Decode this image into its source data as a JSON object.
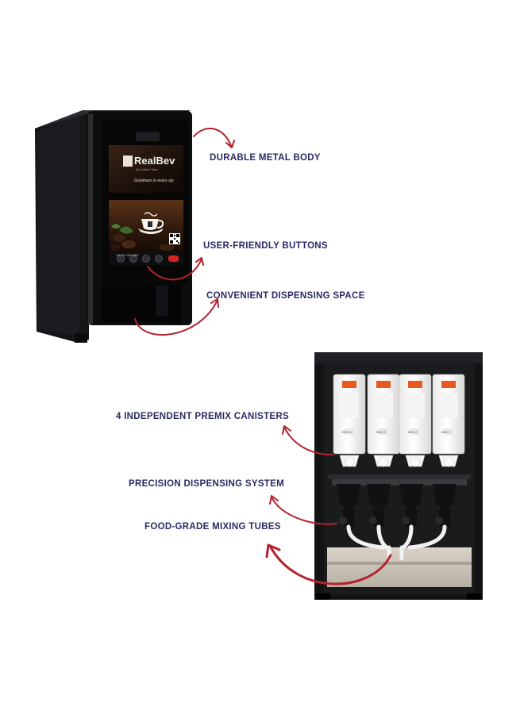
{
  "colors": {
    "label_text": "#2b2a66",
    "arrow": "#b3232e",
    "machine_body": "#111214",
    "panel_orange": "#e8591e"
  },
  "top_machine": {
    "logo_text": "RealBev",
    "logo_subtitle": "It's Coffee Time",
    "screen_tagline": "Goodness in every sip",
    "phone_text": "+91 XX XXX 0000",
    "icons": [
      "coffee-cup-icon",
      "qr-code-icon"
    ]
  },
  "callouts_top": [
    {
      "id": "durable-metal-body",
      "text": "DURABLE METAL BODY"
    },
    {
      "id": "user-friendly-buttons",
      "text": "USER-FRIENDLY BUTTONS"
    },
    {
      "id": "convenient-dispensing-space",
      "text": "CONVENIENT DISPENSING SPACE"
    }
  ],
  "callouts_bottom": [
    {
      "id": "premix-canisters",
      "text": "4 INDEPENDENT PREMIX CANISTERS"
    },
    {
      "id": "precision-dispensing-system",
      "text": "PRECISION DISPENSING SYSTEM"
    },
    {
      "id": "food-grade-mixing-tubes",
      "text": "FOOD-GRADE MIXING TUBES"
    }
  ],
  "canisters": [
    {
      "label": "BEV 4"
    },
    {
      "label": "BEV 3"
    },
    {
      "label": "BEV 2"
    },
    {
      "label": "BEV 1"
    }
  ]
}
